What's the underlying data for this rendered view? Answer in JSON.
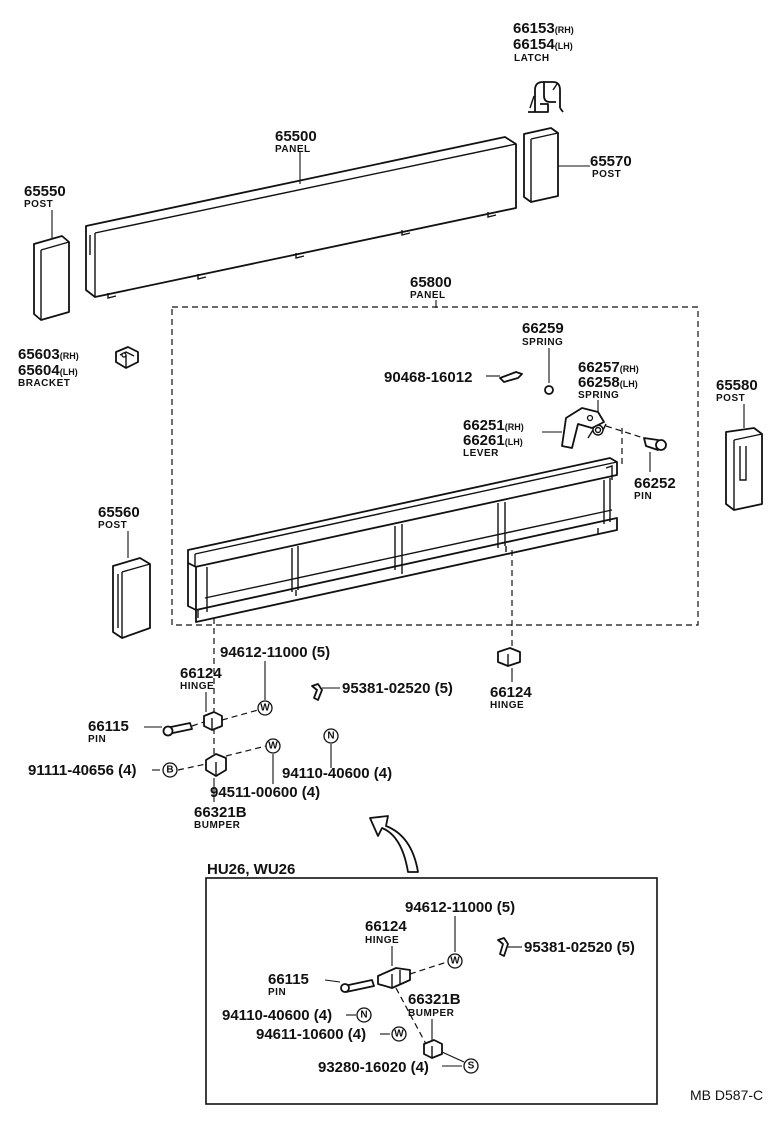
{
  "parts": {
    "p66153": "66153",
    "p66154": "66154",
    "rh": "(RH)",
    "lh": "(LH)",
    "latch": "LATCH",
    "p65500": "65500",
    "panel": "PANEL",
    "p65570": "65570",
    "post": "POST",
    "p65550": "65550",
    "p65800": "65800",
    "p66259": "66259",
    "spring": "SPRING",
    "p65603": "65603",
    "p65604": "65604",
    "bracket": "BRACKET",
    "p90468": "90468-16012",
    "p66257": "66257",
    "p66258": "66258",
    "p65580": "65580",
    "p66251": "66251",
    "p66261": "66261",
    "lever": "LEVER",
    "p66252": "66252",
    "pin": "PIN",
    "p65560": "65560",
    "p94612": "94612-11000 (5)",
    "p66124": "66124",
    "hinge": "HINGE",
    "p95381": "95381-02520 (5)",
    "p66115": "66115",
    "p91111": "91111-40656 (4)",
    "p94110": "94110-40600 (4)",
    "p94511": "94511-00600 (4)",
    "p66321b": "66321B",
    "bumper": "BUMPER"
  },
  "inset": {
    "title": "HU26, WU26",
    "p94612": "94612-11000 (5)",
    "p95381": "95381-02520 (5)",
    "p66124": "66124",
    "hinge": "HINGE",
    "p66115": "66115",
    "pin": "PIN",
    "p66321b": "66321B",
    "bumper": "BUMPER",
    "p94110": "94110-40600 (4)",
    "p94611": "94611-10600 (4)",
    "p93280": "93280-16020 (4)"
  },
  "symbols": {
    "washer": "W",
    "nut": "N",
    "bolt": "B",
    "screw": "S"
  },
  "footer": {
    "code": "MB D587-C"
  }
}
